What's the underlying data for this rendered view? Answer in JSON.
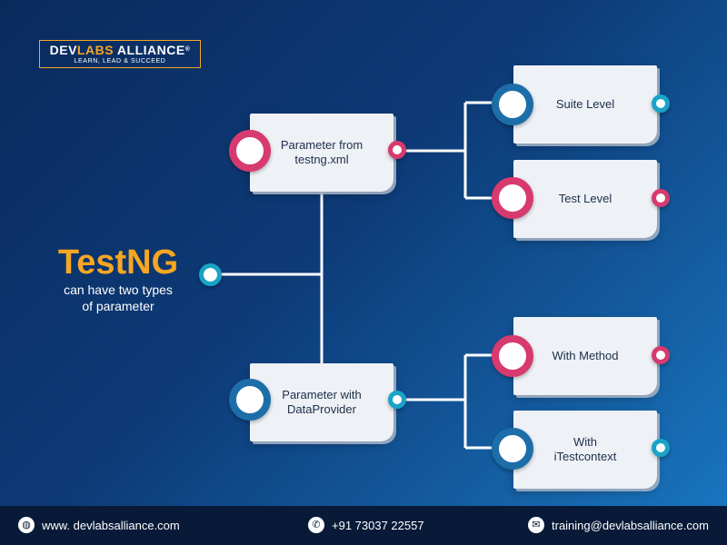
{
  "logo": {
    "brand_dev": "DEV",
    "brand_labs": "LABS",
    "brand_alliance": "ALLIANCE",
    "registered": "®",
    "tagline": "LEARN, LEAD & SUCCEED"
  },
  "headline": {
    "title": "TestNG",
    "line1": "can have two types",
    "line2": "of parameter"
  },
  "nodes": {
    "param_testng_line1": "Parameter from",
    "param_testng_line2": "testng.xml",
    "param_dp_line1": "Parameter with",
    "param_dp_line2": "DataProvider",
    "suite_level": "Suite Level",
    "test_level": "Test Level",
    "with_method": "With Method",
    "with_itest_line1": "With",
    "with_itest_line2": "iTestcontext"
  },
  "footer": {
    "website": "www. devlabsalliance.com",
    "phone": "+91 73037 22557",
    "email": "training@devlabsalliance.com",
    "website_icon": "globe-icon",
    "phone_icon": "phone-icon",
    "email_icon": "mail-icon"
  },
  "colors": {
    "accent": "#f6a623",
    "pink": "#d63a6e",
    "teal": "#1d6ea8",
    "card": "#eef1f6"
  }
}
